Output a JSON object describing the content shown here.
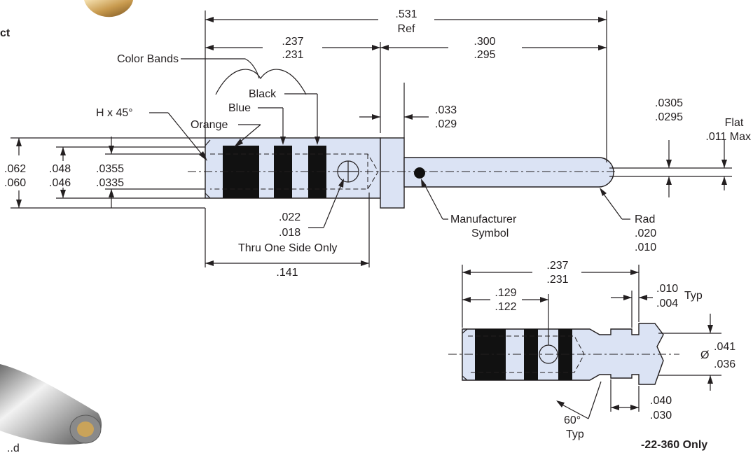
{
  "caption_fragment": "ct",
  "photo_fragment_text": "..d",
  "main_view": {
    "overall_length": ".531",
    "overall_ref": "Ref",
    "band_zone_max": ".237",
    "band_zone_min": ".231",
    "pin_length_max": ".300",
    "pin_length_min": ".295",
    "flange_max": ".033",
    "flange_min": ".029",
    "tip_flat_max": ".0305",
    "tip_flat_min": ".0295",
    "flat_label": "Flat",
    "flat_max_label": ".011 Max",
    "color_bands_label": "Color Bands",
    "band_black": "Black",
    "band_blue": "Blue",
    "band_orange": "Orange",
    "chamfer_label": "H x 45°",
    "od_max": ".062",
    "od_min": ".060",
    "body_max": ".048",
    "body_min": ".046",
    "bore_max": ".0355",
    "bore_min": ".0335",
    "hole_max": ".022",
    "hole_min": ".018",
    "hole_note": "Thru One Side Only",
    "bore_depth": ".141",
    "manufacturer_line1": "Manufacturer",
    "manufacturer_line2": "Symbol",
    "rad_label": "Rad",
    "rad_max": ".020",
    "rad_min": ".010"
  },
  "detail_view": {
    "length_max": ".237",
    "length_min": ".231",
    "hole_pos_max": ".129",
    "hole_pos_min": ".122",
    "lip_max": ".010",
    "lip_min": ".004",
    "lip_typ": "Typ",
    "dia_symbol": "Ø",
    "dia_max": ".041",
    "dia_min": ".036",
    "groove_max": ".040",
    "groove_min": ".030",
    "angle": "60°",
    "angle_typ": "Typ",
    "note": "-22-360 Only"
  }
}
